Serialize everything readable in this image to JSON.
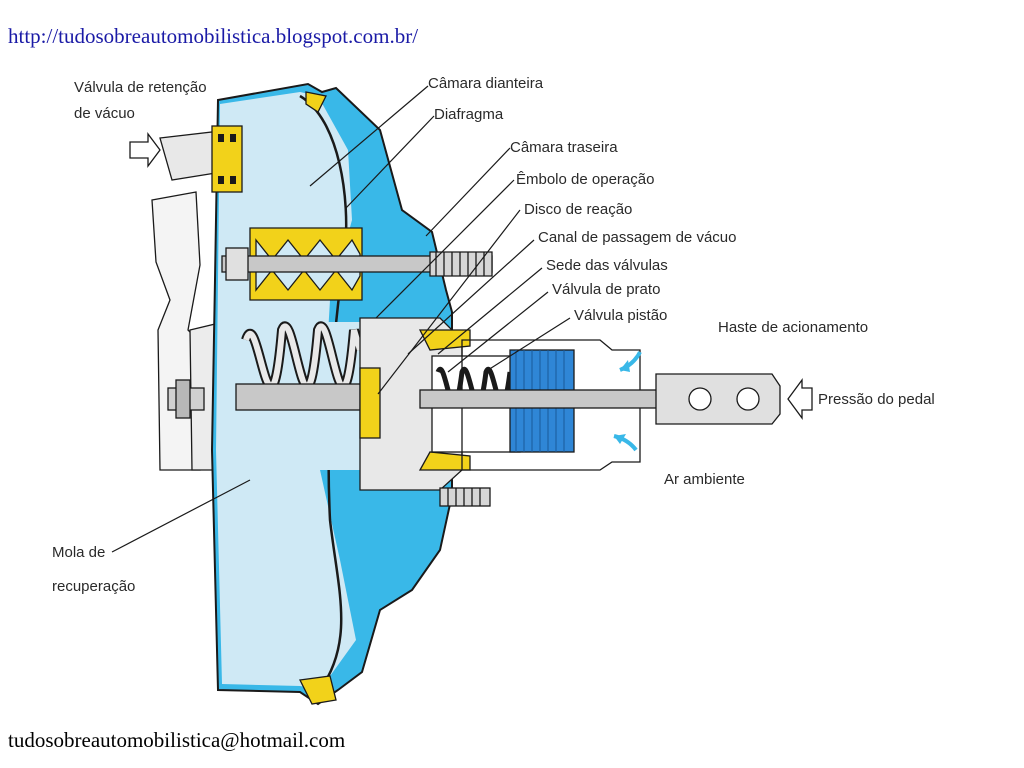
{
  "header": {
    "url": "http://tudosobreautomobilistica.blogspot.com.br/"
  },
  "footer": {
    "email": "tudosobreautomobilistica@hotmail.com"
  },
  "colors": {
    "fluid_light": "#cfe9f5",
    "fluid_dark": "#39b8e8",
    "seal_yellow": "#f2d21a",
    "metal_gray": "#c8c8c8",
    "piston_blue": "#2f86d6"
  },
  "labels": {
    "valvula_retencao_l1": "Válvula de retenção",
    "valvula_retencao_l2": "de vácuo",
    "camara_dianteira": "Câmara dianteira",
    "diafragma": "Diafragma",
    "camara_traseira": "Câmara traseira",
    "embolo_operacao": "Êmbolo de operação",
    "disco_reacao": "Disco de reação",
    "canal_vacuo": "Canal de passagem de vácuo",
    "sede_valvulas": "Sede das válvulas",
    "valvula_prato": "Válvula de prato",
    "valvula_pistao": "Válvula pistão",
    "haste_acionamento": "Haste de acionamento",
    "pressao_pedal": "Pressão do pedal",
    "ar_ambiente": "Ar ambiente",
    "mola_l1": "Mola de",
    "mola_l2": "recuperação"
  }
}
